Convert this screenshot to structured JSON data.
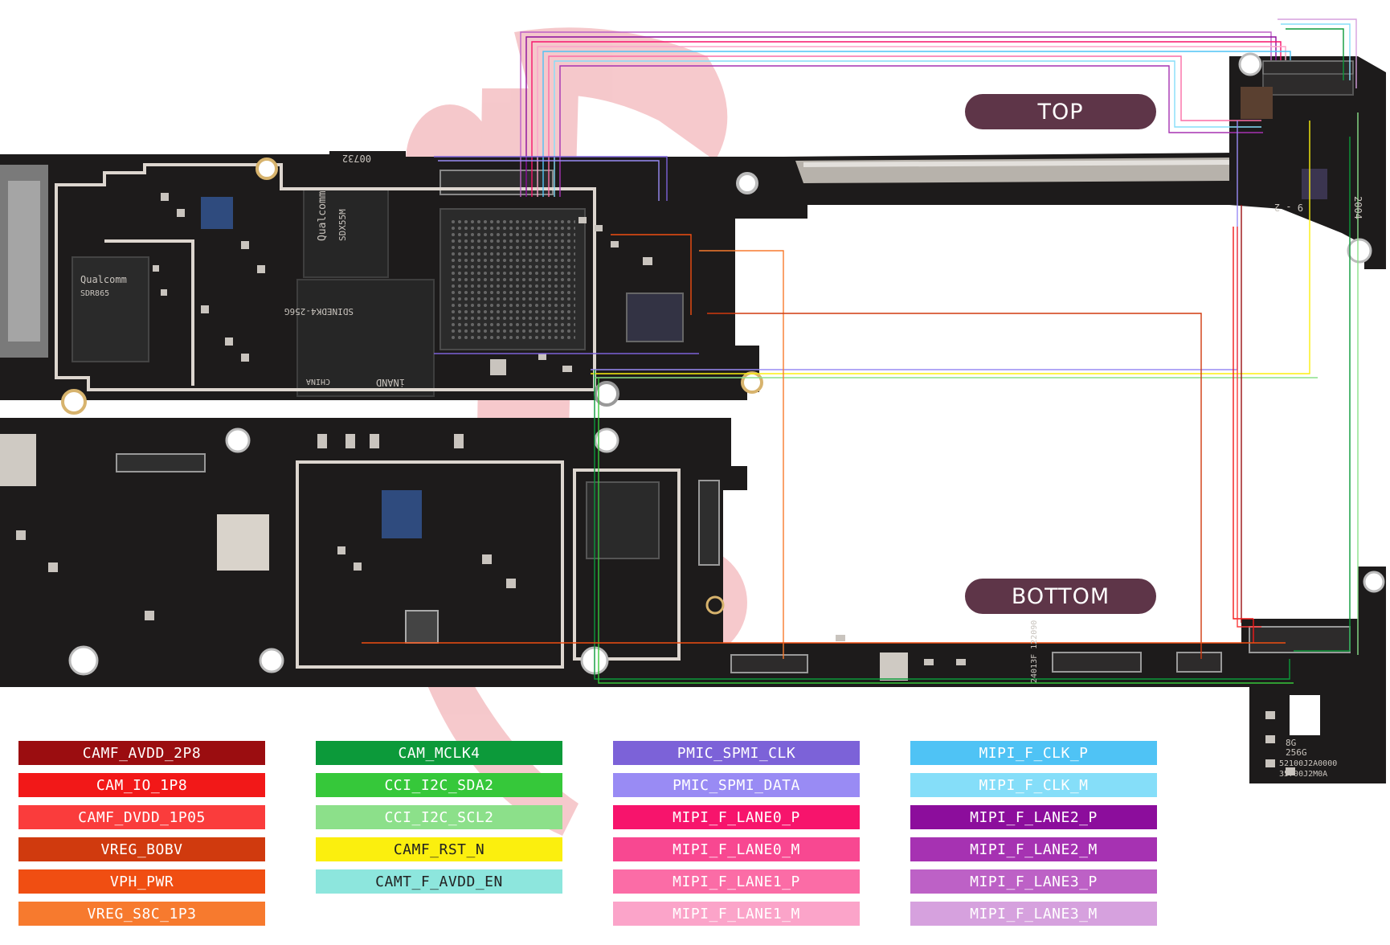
{
  "labels": {
    "top": "TOP",
    "bottom": "BOTTOM"
  },
  "legend": {
    "columns": [
      [
        {
          "name": "CAMF_AVDD_2P8",
          "color": "#9b0d10"
        },
        {
          "name": "CAM_IO_1P8",
          "color": "#f21818"
        },
        {
          "name": "CAMF_DVDD_1P05",
          "color": "#fa3c3c"
        },
        {
          "name": "VREG_BOBV",
          "color": "#d03a0e"
        },
        {
          "name": "VPH_PWR",
          "color": "#f04e12"
        },
        {
          "name": "VREG_S8C_1P3",
          "color": "#f77a2e"
        }
      ],
      [
        {
          "name": "CAM_MCLK4",
          "color": "#0c9a3a"
        },
        {
          "name": "CCI_I2C_SDA2",
          "color": "#36c83a"
        },
        {
          "name": "CCI_I2C_SCL2",
          "color": "#8ce08a"
        },
        {
          "name": "CAMF_RST_N",
          "color": "#fbef0e"
        },
        {
          "name": "CAMT_F_AVDD_EN",
          "color": "#8de6dd"
        }
      ],
      [
        {
          "name": "PMIC_SPMI_CLK",
          "color": "#7c62d8"
        },
        {
          "name": "PMIC_SPMI_DATA",
          "color": "#998bf4"
        },
        {
          "name": "MIPI_F_LANE0_P",
          "color": "#f7146c"
        },
        {
          "name": "MIPI_F_LANE0_M",
          "color": "#f84891"
        },
        {
          "name": "MIPI_F_LANE1_P",
          "color": "#fb6ca6"
        },
        {
          "name": "MIPI_F_LANE1_M",
          "color": "#fba4c9"
        }
      ],
      [
        {
          "name": "MIPI_F_CLK_P",
          "color": "#4fc3f5"
        },
        {
          "name": "MIPI_F_CLK_M",
          "color": "#85def9"
        },
        {
          "name": "MIPI_F_LANE2_P",
          "color": "#8c0d9c"
        },
        {
          "name": "MIPI_F_LANE2_M",
          "color": "#a632b2"
        },
        {
          "name": "MIPI_F_LANE3_P",
          "color": "#bd61c6"
        },
        {
          "name": "MIPI_F_LANE3_M",
          "color": "#d6a1de"
        }
      ]
    ]
  },
  "board_text": {
    "top_code": "00732",
    "soc_brand": "Qualcomm",
    "soc_model": "SDX55M",
    "pmic_brand": "Qualcomm",
    "pmic_model": "SDR865",
    "memory_code": "SDINEDK4-256G",
    "memory_label": "iNAND",
    "memory_origin": "CHINA",
    "flex_code_1": "9 - 2",
    "flex_code_2": "2004",
    "pcb_code": "24013F 122090",
    "capacity_ram": "8G",
    "capacity_rom": "256G",
    "serial_1": "52100J2A0000",
    "serial_2": "35700J2M0A"
  }
}
